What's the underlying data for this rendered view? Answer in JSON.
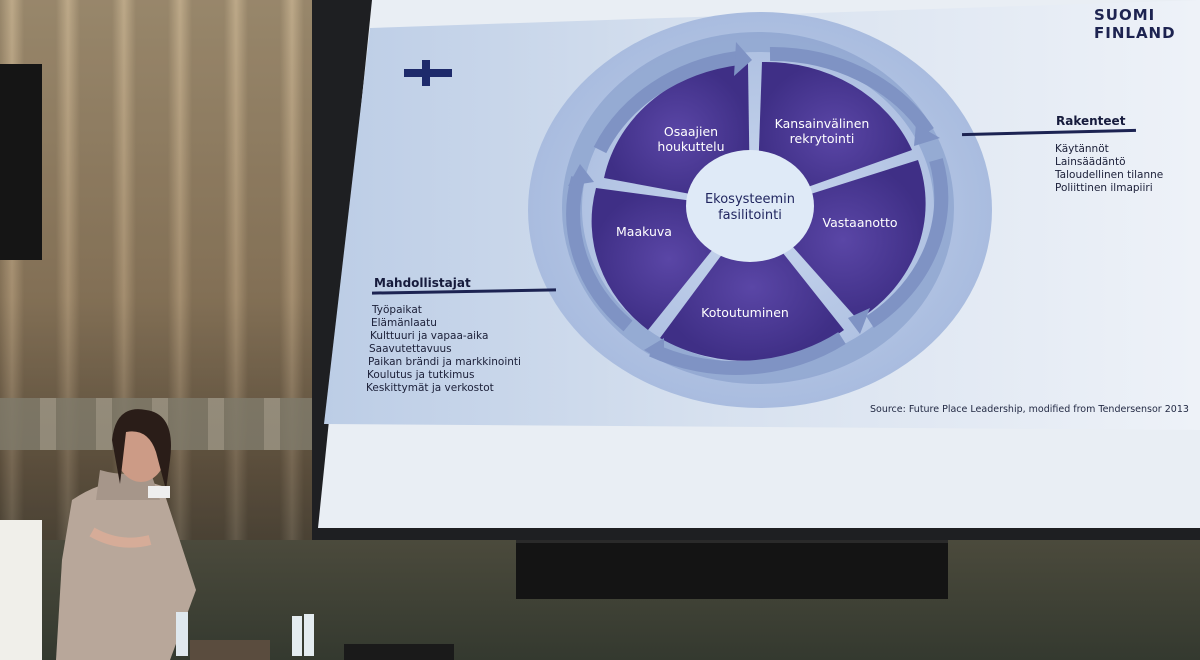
{
  "logo": {
    "line1": "SUOMI",
    "line2": "FINLAND"
  },
  "diagram": {
    "center": {
      "line1": "Ekosysteemin",
      "line2": "fasilitointi"
    },
    "segments": [
      {
        "line1": "Osaajien",
        "line2": "houkuttelu"
      },
      {
        "line1": "Kansainvälinen",
        "line2": "rekrytointi"
      },
      {
        "line1": "Vastaanotto",
        "line2": ""
      },
      {
        "line1": "Kotoutuminen",
        "line2": ""
      },
      {
        "line1": "Maakuva",
        "line2": ""
      }
    ],
    "colors": {
      "segment": "#4a3896",
      "ring": "#9eb2d6",
      "outer": "#b3c4e1",
      "center": "#dfeaf7",
      "text_dark": "#1f245e"
    }
  },
  "rakenteet": {
    "title": "Rakenteet",
    "items": [
      "Käytännöt",
      "Lainsäädäntö",
      "Taloudellinen tilanne",
      "Poliittinen ilmapiiri"
    ]
  },
  "mahdollistajat": {
    "title": "Mahdollistajat",
    "items": [
      "Työpaikat",
      "Elämänlaatu",
      "Kulttuuri ja vapaa-aika",
      "Saavutettavuus",
      "Paikan brändi ja markkinointi",
      "Koulutus ja tutkimus",
      "Keskittymät ja verkostot"
    ]
  },
  "source": "Source: Future Place Leadership, modified from Tendersensor 2013"
}
